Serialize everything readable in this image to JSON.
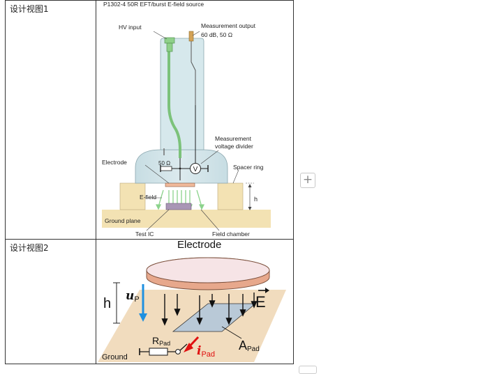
{
  "rows": [
    {
      "label": "设计视图1",
      "figure": {
        "title": "P1302-4 50R EFT/burst E-field source",
        "hv_input": "HV input",
        "meas_output_1": "Measurement output",
        "meas_output_2": "60 dB, 50 Ω",
        "meas_divider_1": "Measurement",
        "meas_divider_2": "voltage divider",
        "electrode": "Electrode",
        "resistor": "50 Ω",
        "voltmeter": "V",
        "spacer_ring": "Spacer ring",
        "e_field": "E-field",
        "h": "h",
        "ground_plane": "Ground plane",
        "test_ic": "Test IC",
        "field_chamber": "Field chamber"
      }
    },
    {
      "label": "设计视图2",
      "figure": {
        "electrode": "Electrode",
        "h": "h",
        "u": "u",
        "u_sub": "P",
        "e": "E",
        "r": "R",
        "r_sub": "Pad",
        "i": "i",
        "i_sub": "Pad",
        "a": "A",
        "a_sub": "Pad",
        "ground": "Ground"
      }
    }
  ],
  "add_button": "+"
}
